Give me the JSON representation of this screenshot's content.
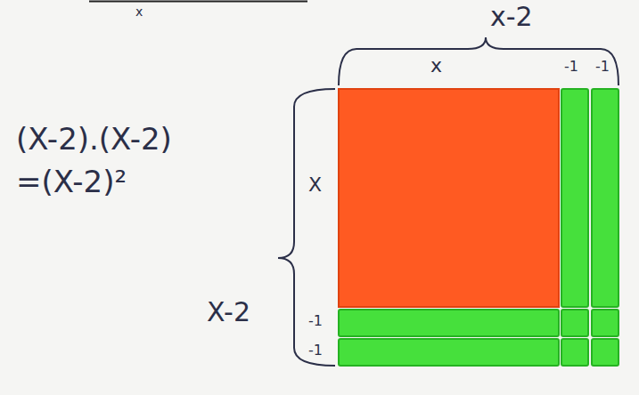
{
  "diagram": {
    "labels": [
      "x",
      "(X-2).(X-2)",
      "=(X-2)²",
      "x-2",
      "x",
      "-1",
      "-1",
      "X",
      "X-2",
      "-1",
      "-1"
    ]
  }
}
